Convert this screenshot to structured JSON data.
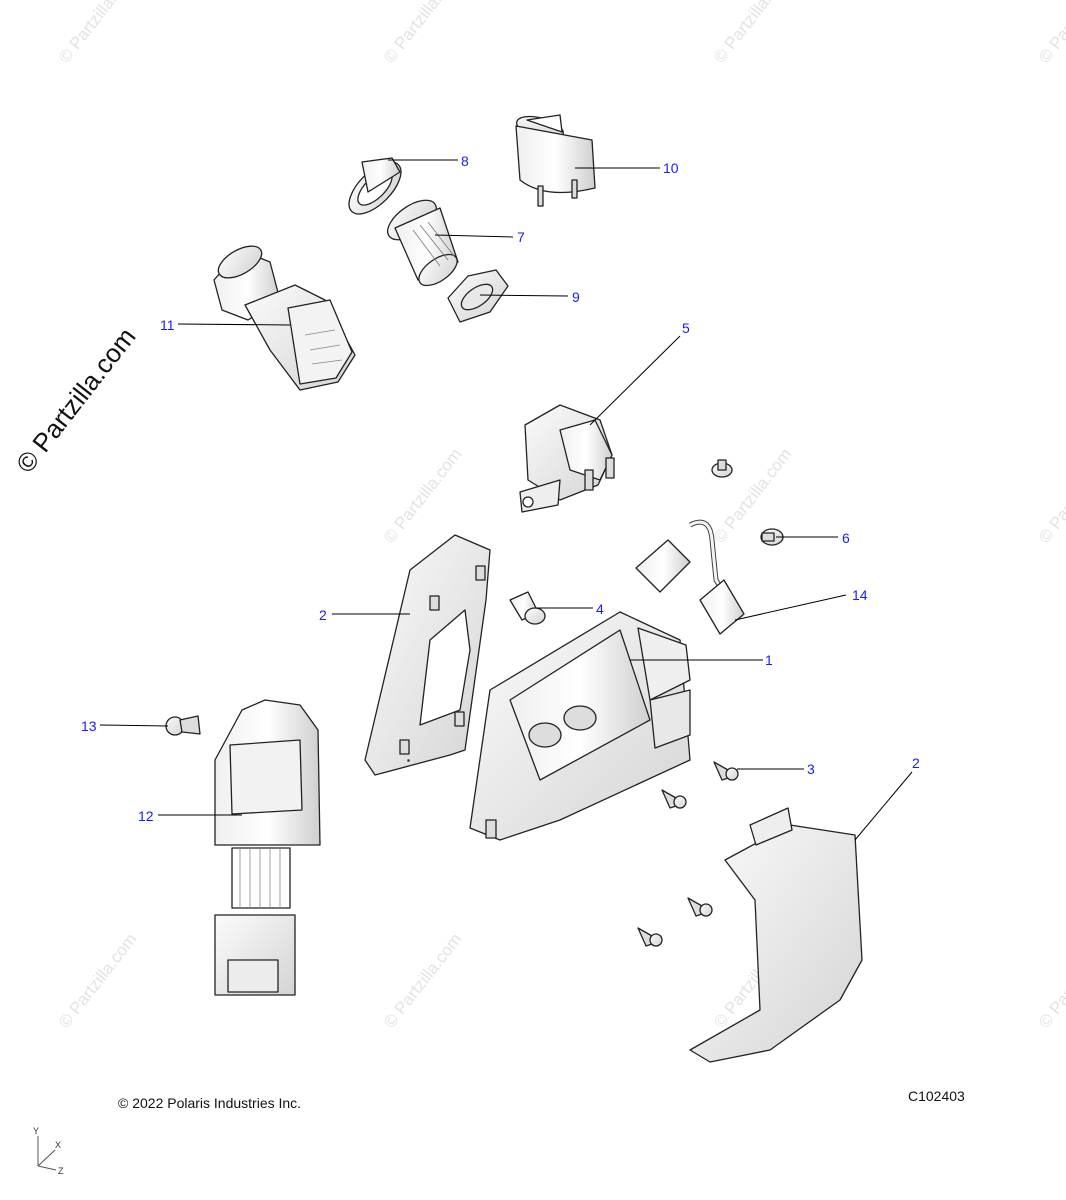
{
  "watermark": {
    "text": "© Partzilla.com"
  },
  "callouts": [
    {
      "id": "8",
      "label": "8"
    },
    {
      "id": "10",
      "label": "10"
    },
    {
      "id": "7",
      "label": "7"
    },
    {
      "id": "9",
      "label": "9"
    },
    {
      "id": "11",
      "label": "11"
    },
    {
      "id": "5",
      "label": "5"
    },
    {
      "id": "6",
      "label": "6"
    },
    {
      "id": "14",
      "label": "14"
    },
    {
      "id": "4",
      "label": "4"
    },
    {
      "id": "2a",
      "label": "2"
    },
    {
      "id": "1",
      "label": "1"
    },
    {
      "id": "13",
      "label": "13"
    },
    {
      "id": "3",
      "label": "3"
    },
    {
      "id": "2b",
      "label": "2"
    },
    {
      "id": "12",
      "label": "12"
    }
  ],
  "footer": {
    "copyright": "© 2022 Polaris Industries Inc.",
    "diagram_code": "C102403"
  },
  "axes": {
    "x": "X",
    "y": "Y",
    "z": "Z"
  },
  "colors": {
    "callout": "#1a1aff",
    "line": "#000000"
  }
}
